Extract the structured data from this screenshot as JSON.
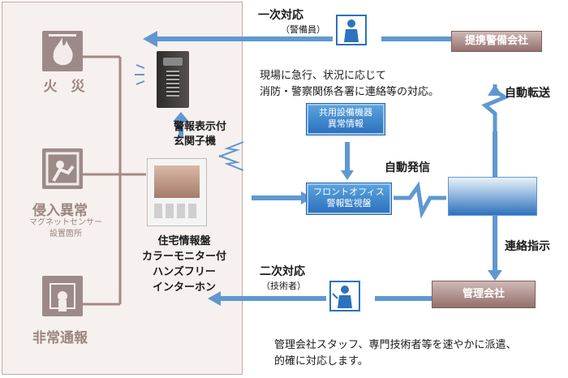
{
  "hazards": [
    {
      "label": "火　災",
      "sublabel": ""
    },
    {
      "label": "侵入異常",
      "sublabel": "マグネットセンサー\n設置箇所"
    },
    {
      "label": "非常通報",
      "sublabel": ""
    }
  ],
  "door_unit": {
    "label": "警報表示付\n玄関子機"
  },
  "indoor_monitor": {
    "label": "住宅情報盤\nカラーモニター付\nハンズフリー\nインターホン"
  },
  "first_response": {
    "title": "一次対応",
    "role": "（警備員）",
    "description": "現場に急行、状況に応じて\n消防・警察関係各署に連絡等の対応。"
  },
  "security_company": {
    "label": "提携警備会社"
  },
  "auto_transfer": {
    "label": "自動転送"
  },
  "shared_equipment": {
    "label": "共用設備機器\n異常情報"
  },
  "front_office": {
    "label": "フロントオフィス\n警報監視盤"
  },
  "auto_call": {
    "label": "自動発信"
  },
  "contact_instruction": {
    "label": "連絡指示"
  },
  "management_company": {
    "label": "管理会社"
  },
  "second_response": {
    "title": "二次対応",
    "role": "（技術者）",
    "description": "管理会社スタッフ、専門技術者等を速やかに派遣、\n的確に対応します。"
  },
  "colors": {
    "accent_blue": "#2d72bd",
    "brown": "#94706c",
    "hazard_gray": "#9c8a89",
    "panel_bg": "#f6f0ee"
  }
}
